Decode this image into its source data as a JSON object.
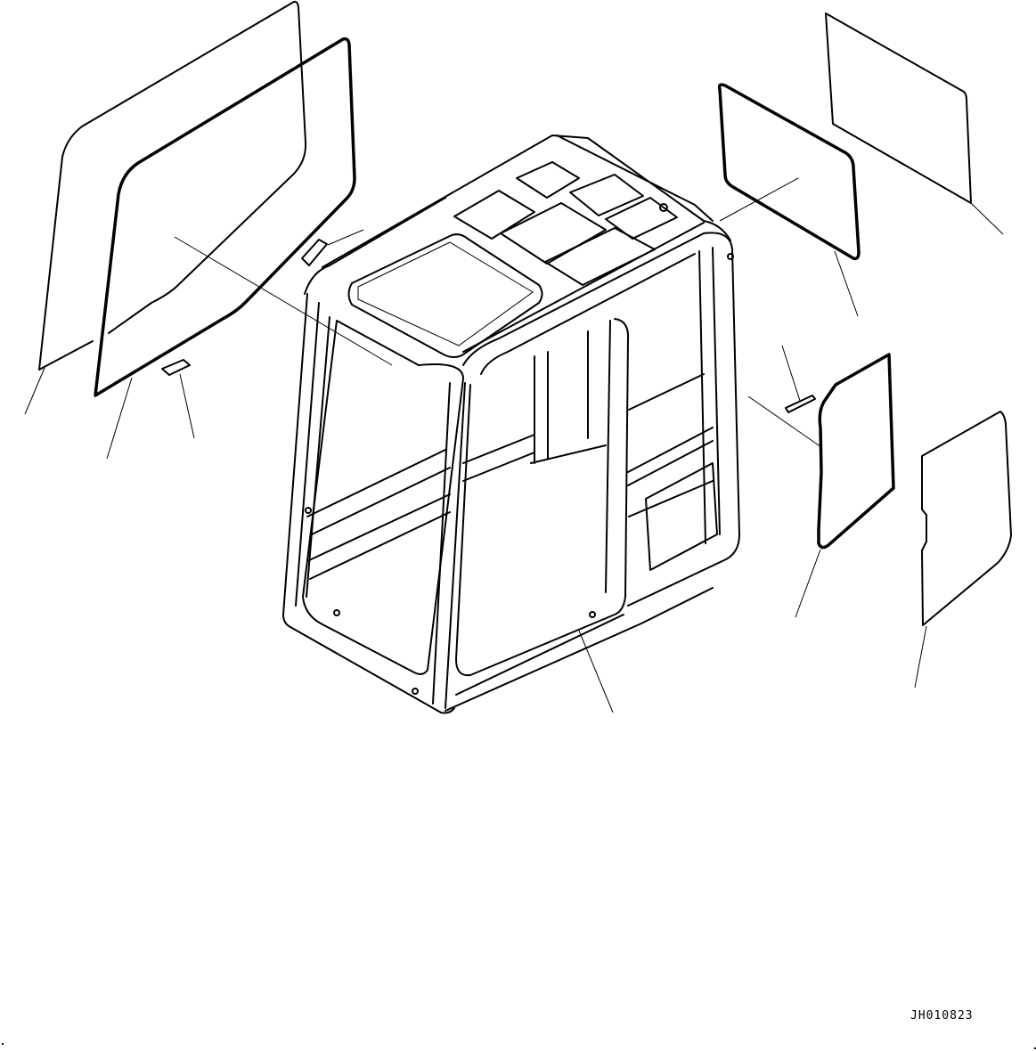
{
  "diagram": {
    "type": "exploded-parts-view",
    "subject": "operator cab frame with glass panels",
    "figure_code": "JH010823",
    "background": "#ffffff",
    "line_color": "#000000",
    "parts": [
      {
        "id": "left-outer-glass",
        "label": "",
        "leader_end": [
          28,
          465
        ]
      },
      {
        "id": "left-inner-glass-seal",
        "label": "",
        "leader_end": [
          120,
          515
        ]
      },
      {
        "id": "left-spacer-lower",
        "label": "",
        "leader_end": [
          218,
          492
        ]
      },
      {
        "id": "left-spacer-upper",
        "label": "",
        "leader_end": [
          408,
          258
        ]
      },
      {
        "id": "cab-frame",
        "label": "",
        "leader_end": [
          688,
          800
        ]
      },
      {
        "id": "rear-glass-seal",
        "label": "",
        "leader_end": [
          963,
          355
        ]
      },
      {
        "id": "rear-glass",
        "label": "",
        "leader_end": [
          1126,
          263
        ]
      },
      {
        "id": "door-spacer",
        "label": "",
        "leader_end": [
          878,
          388
        ]
      },
      {
        "id": "door-glass-seal",
        "label": "",
        "leader_end": [
          893,
          693
        ]
      },
      {
        "id": "door-glass",
        "label": "",
        "leader_end": [
          1027,
          772
        ]
      }
    ]
  }
}
